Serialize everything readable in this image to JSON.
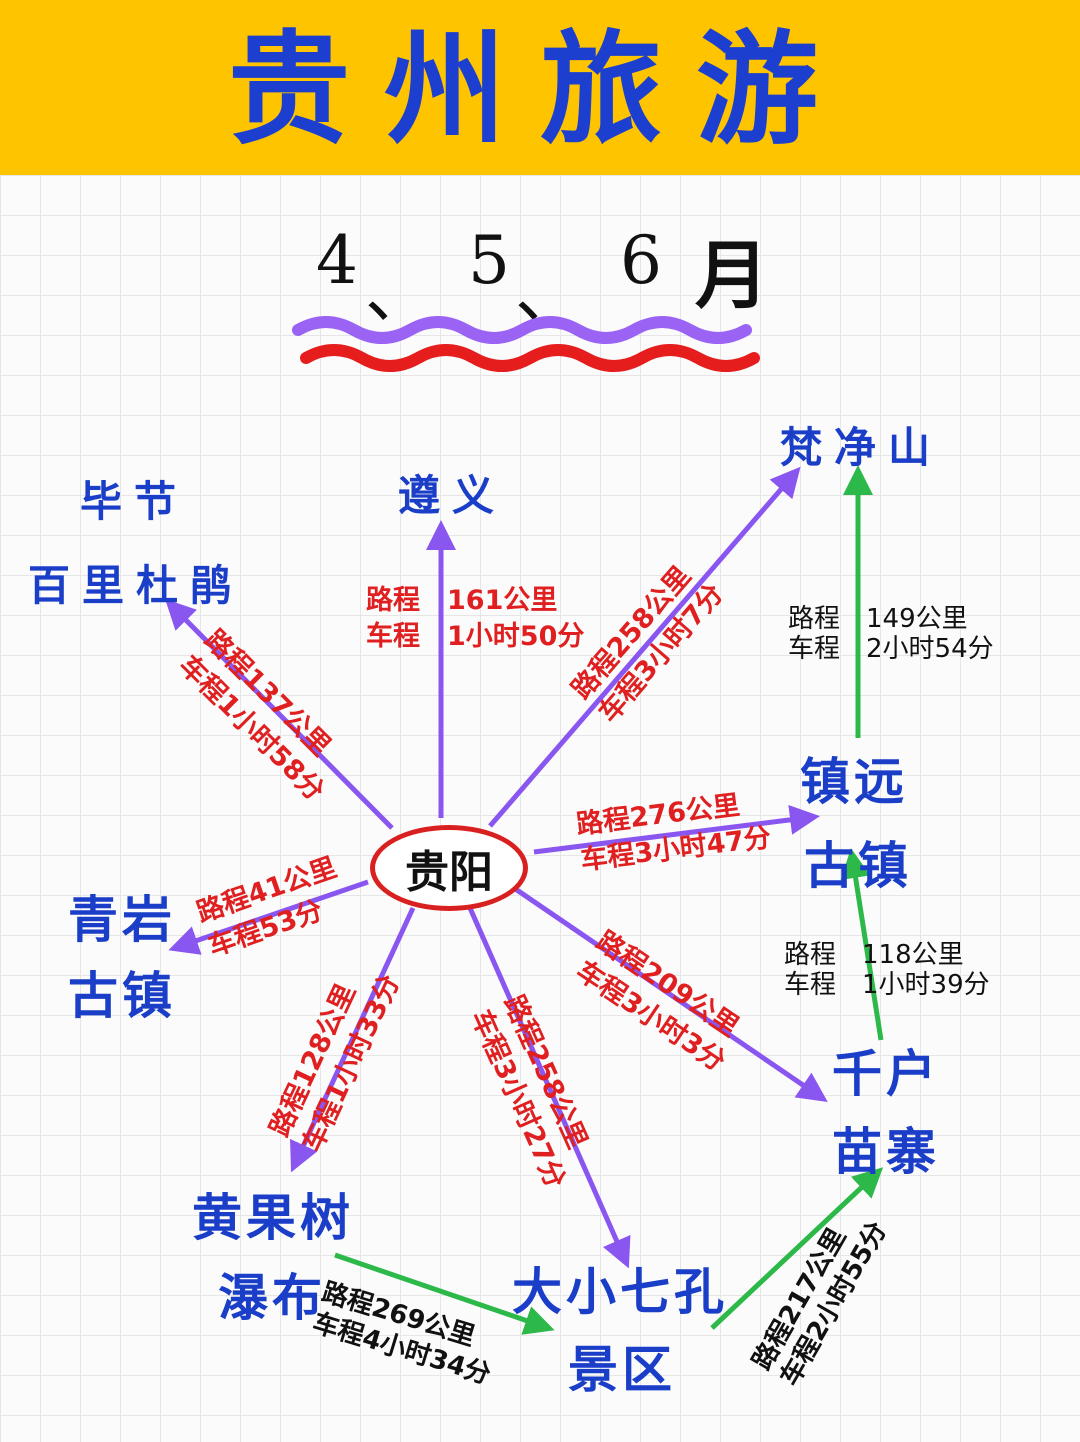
{
  "title": "贵州旅游",
  "months": {
    "m1": "4",
    "m2": "5",
    "m3": "6",
    "unit": "月",
    "sep": "、"
  },
  "hub": "贵阳",
  "places": {
    "bijie_1": "毕节",
    "bijie_2": "百里杜鹃",
    "zunyi": "遵义",
    "fanjingshan": "梵净山",
    "zhenyuan_1": "镇远",
    "zhenyuan_2": "古镇",
    "qingyan_1": "青岩",
    "qingyan_2": "古镇",
    "huangguoshu_1": "黄果树",
    "huangguoshu_2": "瀑布",
    "daxiaoqikong_1": "大小七孔",
    "daxiaoqikong_2": "景区",
    "qianhu_1": "千户",
    "qianhu_2": "苗寨"
  },
  "routes": {
    "bijie": {
      "line1": "路程137公里",
      "line2": "车程1小时58分"
    },
    "zunyi": {
      "line1": "路程　161公里",
      "line2": "车程　1小时50分"
    },
    "fanjingshan": {
      "line1": "路程258公里",
      "line2": "车程3小时7分"
    },
    "zhenyuan": {
      "line1": "路程276公里",
      "line2": "车程3小时47分"
    },
    "qingyan": {
      "line1": "路程41公里",
      "line2": "车程53分"
    },
    "huangguoshu": {
      "line1": "路程128公里",
      "line2": "车程1小时33分"
    },
    "daxiaoqikong": {
      "line1": "路程258公里",
      "line2": "车程3小时27分"
    },
    "qianhu": {
      "line1": "路程209公里",
      "line2": "车程3小时3分"
    },
    "zhenyuan_fanjingshan": {
      "line1": "路程　149公里",
      "line2": "车程　2小时54分"
    },
    "qianhu_zhenyuan": {
      "line1": "路程　118公里",
      "line2": "车程　1小时39分"
    },
    "huangguoshu_daxiaoqikong": {
      "line1": "路程269公里",
      "line2": "车程4小时34分"
    },
    "daxiaoqikong_qianhu": {
      "line1": "路程217公里",
      "line2": "车程2小时55分"
    }
  },
  "colors": {
    "banner": "#ffc400",
    "title": "#1d3fcf",
    "place": "#1a3ec7",
    "hub_arrow": "#8a56f0",
    "link_arrow": "#2db84a",
    "route_text": "#e02020",
    "wave_top": "#9a63f3",
    "wave_bottom": "#e51d1d"
  }
}
